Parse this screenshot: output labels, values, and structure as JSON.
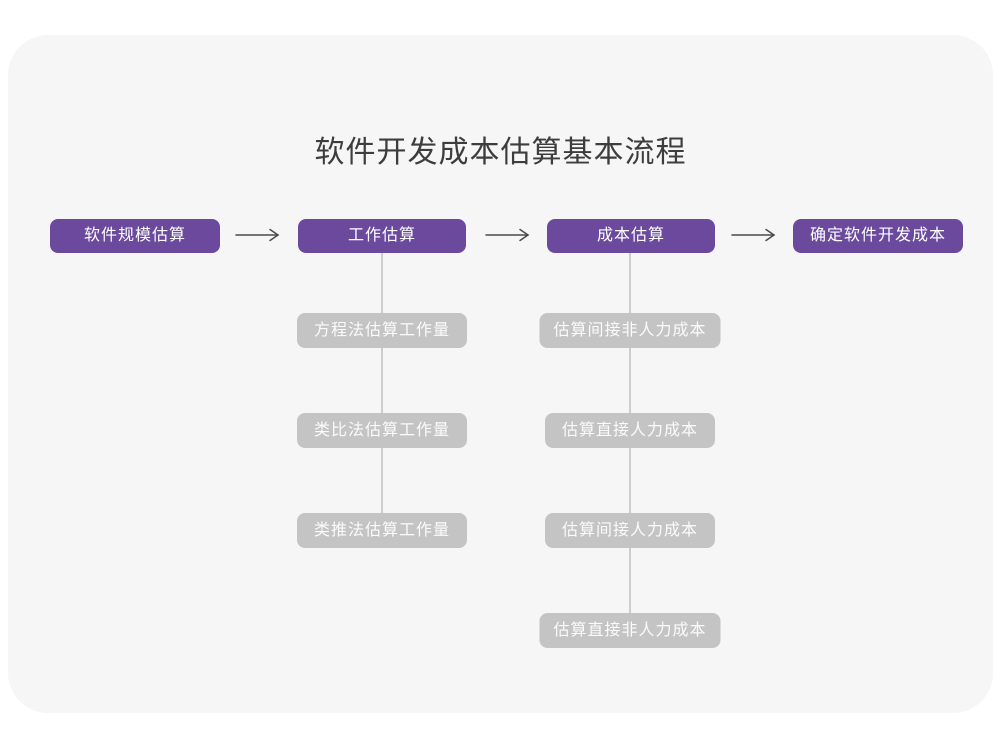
{
  "page": {
    "title": "软件开发成本估算基本流程"
  },
  "colors": {
    "purple": "#6b4a9e",
    "gray_box": "#c4c4c4",
    "card_bg": "#f6f6f7",
    "line": "#cdcdcd",
    "arrow": "#4a4a4a",
    "title_text": "#3d3d3d"
  },
  "chart_data": {
    "type": "flowchart",
    "title": "软件开发成本估算基本流程",
    "main_flow": [
      "软件规模估算",
      "工作估算",
      "成本估算",
      "确定软件开发成本"
    ],
    "sub_flows": {
      "工作估算": [
        "方程法估算工作量",
        "类比法估算工作量",
        "类推法估算工作量"
      ],
      "成本估算": [
        "估算间接非人力成本",
        "估算直接人力成本",
        "估算间接人力成本",
        "估算直接非人力成本"
      ]
    }
  },
  "flow": {
    "main_nodes": [
      {
        "label": "软件规模估算"
      },
      {
        "label": "工作估算"
      },
      {
        "label": "成本估算"
      },
      {
        "label": "确定软件开发成本"
      }
    ],
    "work_estimation_methods": [
      {
        "label": "方程法估算工作量"
      },
      {
        "label": "类比法估算工作量"
      },
      {
        "label": "类推法估算工作量"
      }
    ],
    "cost_estimation_steps": [
      {
        "label": "估算间接非人力成本"
      },
      {
        "label": "估算直接人力成本"
      },
      {
        "label": "估算间接人力成本"
      },
      {
        "label": "估算直接非人力成本"
      }
    ]
  }
}
